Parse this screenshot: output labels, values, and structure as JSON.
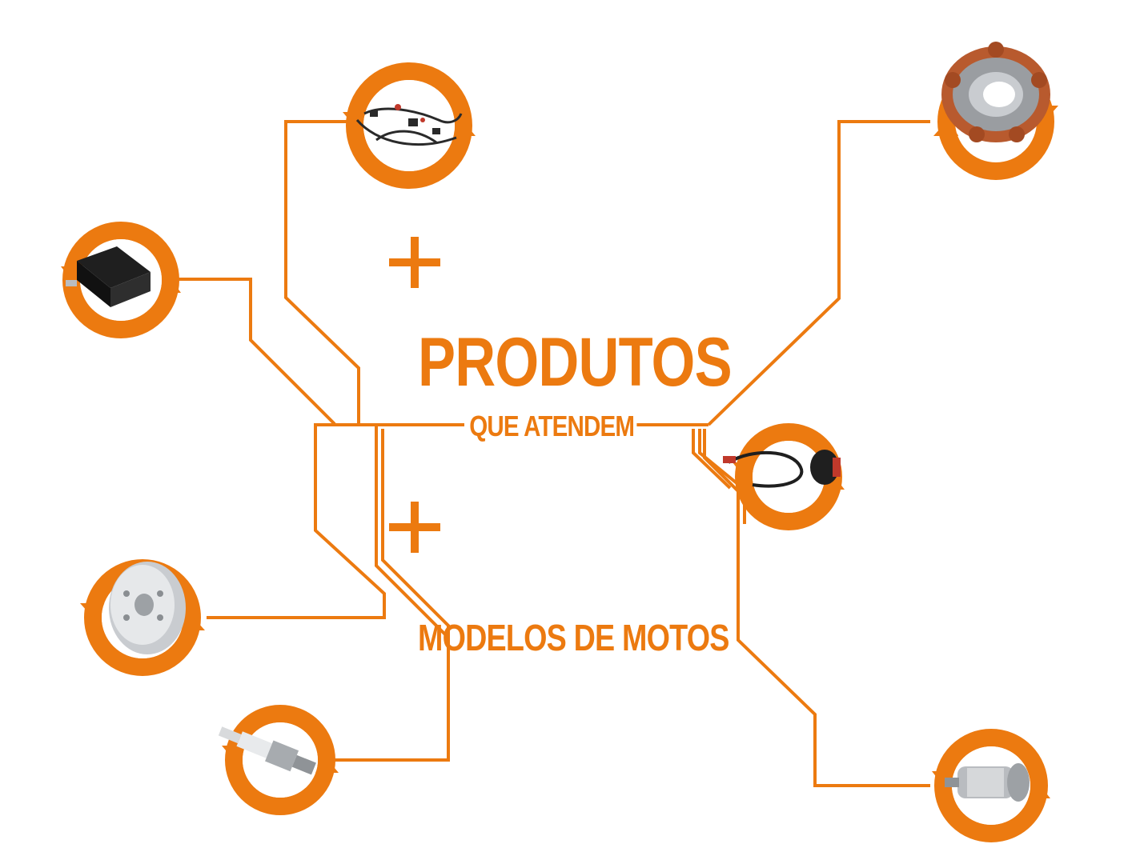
{
  "headline": "PRODUTOS",
  "subheadline_1": "QUE ATENDEM",
  "subheadline_2": "MODELOS DE MOTOS",
  "plus_symbol": "+",
  "colors": {
    "accent": "#EC7A10",
    "background": "#FFFFFF",
    "product_dark": "#2A2A2A",
    "product_metal": "#B9BCC0",
    "product_copper": "#B85A2E"
  },
  "products": [
    {
      "icon": "wiring-harness-icon"
    },
    {
      "icon": "relay-module-icon"
    },
    {
      "icon": "flywheel-rotor-icon"
    },
    {
      "icon": "spark-plug-icon"
    },
    {
      "icon": "stator-coil-icon"
    },
    {
      "icon": "handlebar-switch-icon"
    },
    {
      "icon": "starter-motor-icon"
    }
  ]
}
